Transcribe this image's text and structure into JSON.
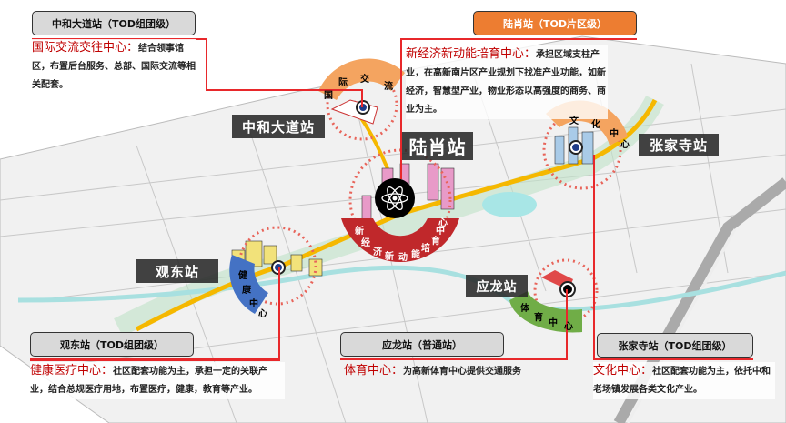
{
  "stations": {
    "zhonghe": {
      "header": "中和大道站（TOD组团级）",
      "label": "中和大道站",
      "title": "国际交流交往中心：",
      "text": "结合领事馆区，布置后台服务、总部、国际交流等相关配套。",
      "arc": [
        "国",
        "际",
        "交",
        "流"
      ]
    },
    "luxiao": {
      "header": "陆肖站（TOD片区级）",
      "label": "陆肖站",
      "title": "新经济新动能培育中心：",
      "text": "承担区域支柱产业，在高新南片区产业规划下找准产业功能，如新经济，智慧型产业，物业形态以高强度的商务、商业为主。",
      "arc": [
        "新",
        "经",
        "济",
        "新",
        "动",
        "能",
        "培",
        "育",
        "中",
        "心"
      ]
    },
    "guandong": {
      "header": "观东站（TOD组团级）",
      "label": "观东站",
      "title": "健康医疗中心：",
      "text": "社区配套功能为主，承担一定的关联产业，结合总规医疗用地，布置医疗，健康，教育等产业。",
      "arc": [
        "健",
        "康",
        "中",
        "心"
      ]
    },
    "yinglong": {
      "header": "应龙站（普通站）",
      "label": "应龙站",
      "title": "体育中心：",
      "text": "为高新体育中心提供交通服务",
      "arc": [
        "体",
        "育",
        "中",
        "心"
      ]
    },
    "zhangjiasi": {
      "header": "张家寺站（TOD组团级）",
      "label": "张家寺站",
      "title": "文化中心：",
      "text": "社区配套功能为主，依托中和老场镇发展各类文化产业。",
      "arc": [
        "文",
        "化",
        "中",
        "心"
      ]
    }
  },
  "colors": {
    "accent_red": "#c00000",
    "header_orange": "#ed7d31",
    "header_gray": "#d9d9d9",
    "rail": "#f5b800",
    "health_arc": "#4472c4",
    "sport_arc": "#70ad47",
    "economy_arc": "#c0282b",
    "intl_arc": "#f4a460"
  },
  "icons": {
    "luxiao": "atom-icon",
    "markers": "station-marker-icon"
  }
}
